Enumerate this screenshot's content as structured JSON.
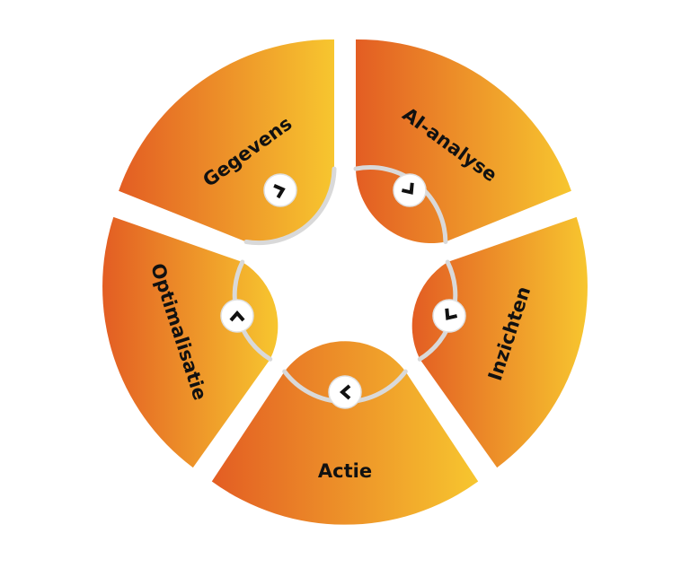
{
  "diagram": {
    "segments": [
      {
        "id": "gegevens",
        "label": "Gegevens"
      },
      {
        "id": "ai-analyse",
        "label": "AI-analyse"
      },
      {
        "id": "inzichten",
        "label": "Inzichten"
      },
      {
        "id": "actie",
        "label": "Actie"
      },
      {
        "id": "optimalisatie",
        "label": "Optimalisatie"
      }
    ],
    "arrow_icon": "chevron-icon",
    "colors": {
      "gradient_start": "#e35d23",
      "gradient_end": "#f7c62f",
      "connector": "#d9d9d9",
      "chevron": "#111111",
      "node_fill": "#ffffff"
    }
  }
}
